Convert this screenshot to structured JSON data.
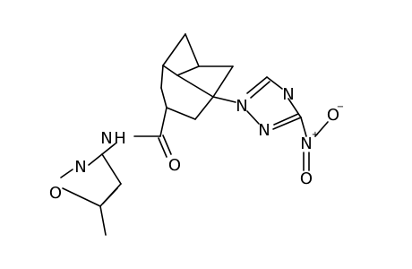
{
  "molecule": {
    "atom_labels": {
      "amide_nh": "N",
      "amide_h": "H",
      "amide_o": "O",
      "isoxazole_n": "N",
      "isoxazole_o": "O",
      "triazole_n1": "N",
      "triazole_n2": "N",
      "triazole_n4": "N",
      "nitro_n": "N",
      "nitro_o_minus": "O",
      "nitro_o_top": "O"
    },
    "charges": {
      "nitro_n": "+",
      "nitro_o": "−"
    },
    "methyl_label": ""
  },
  "colors": {
    "bond": "#000000",
    "background": "#ffffff"
  }
}
